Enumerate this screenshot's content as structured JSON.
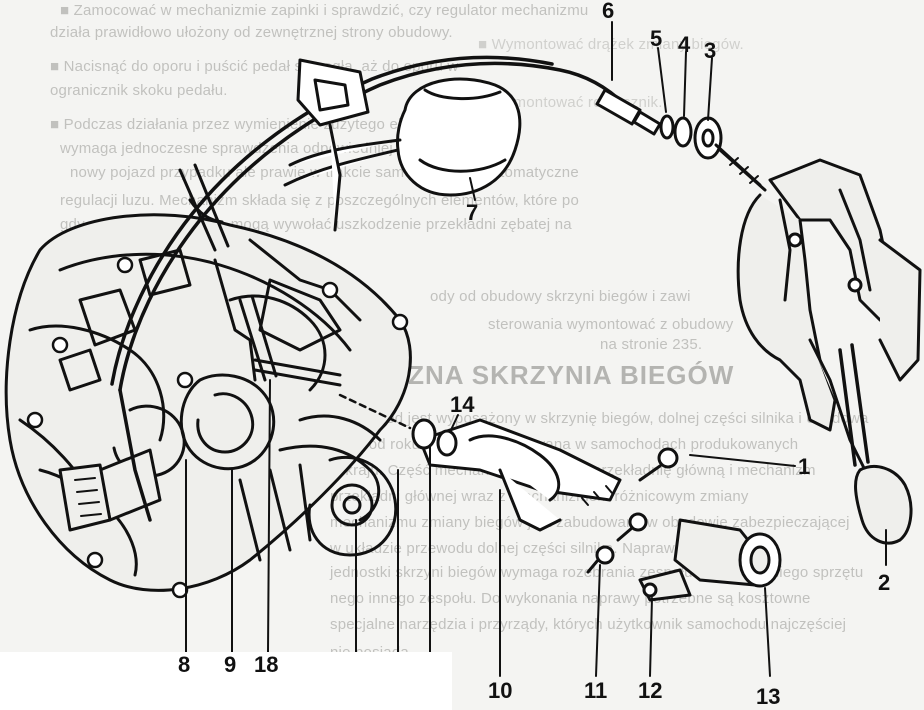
{
  "bleed_text": {
    "lines": [
      "■ Zamocować w mechanizmie zapinki i sprawdzić, czy regulator mechanizmu",
      "działa prawidłowo ułożony od zewnętrznej strony obudowy.",
      "■ Nacisnąć do oporu i puścić pedał sprzęgła, aż do oporu w",
      "ogranicznik skoku pedału.",
      "■ Podczas działania przez wymienienie zużytego elementu linka",
      "wymaga jednoczesne sprawdzenia odpowiedniej mechanizmu.",
      "nowy pojazd przypadku ale prawie w trakcie samoczynnego automatyczne",
      "regulacji luzu. Mechanizm składa się z poszczególnych elementów, które po",
      "gdy one zostaną zużyte, mogą wywołać uszkodzenie przekładni zębatej na"
    ],
    "right_lines": [
      "■ Wymontować drążek zmiany biegów.",
      "■ Wymontować rozrusznik."
    ],
    "heading": "MECHANICZNA SKRZYNIA BIEGÓW",
    "lower_lines": [
      "Samochód jest wyposażony w skrzynię biegów, dolnej części silnika i obudowa",
      "która od roku 1985 jest montowana w samochodach produkowanych",
      "w kraju. Część mechanizmu obejmuje przekładnię główną i mechanizm",
      "przekładni głównej wraz z mechanizmem różnicowym zmiany",
      "mechanizmu zmiany biegów jest zabudowany w obudowie zabezpieczającej",
      "w układzie przewodu dolnej części silnika. Naprawa",
      "jednostki skrzyni biegów wymaga rozebrania zespołu i odpowiedniego sprzętu",
      "nego innego zespołu. Do wykonania naprawy potrzebne są kosztowne",
      "specjalne narzędzia i przyrządy, których użytkownik samochodu najczęściej",
      "nie posiada."
    ],
    "right_mid_lines": [
      "ody od obudowy skrzyni biegów i zawi",
      "sterowania wymontować z obudowy",
      "na stronie 235."
    ]
  },
  "callouts": [
    "1",
    "2",
    "3",
    "4",
    "5",
    "6",
    "7",
    "8",
    "9",
    "10",
    "11",
    "12",
    "13",
    "14",
    "18"
  ]
}
